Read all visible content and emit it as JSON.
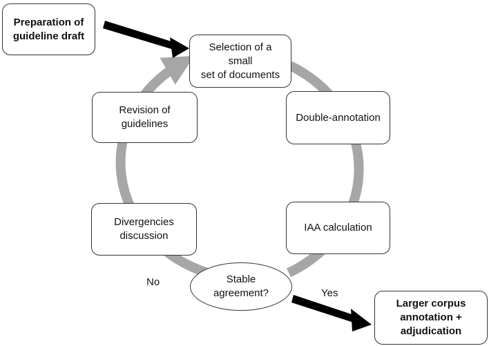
{
  "nodes": {
    "preparation": "Preparation of\nguideline draft",
    "selection": "Selection of a small\nset of documents",
    "double_annotation": "Double-annotation",
    "iaa": "IAA calculation",
    "stable": "Stable\nagreement?",
    "divergencies": "Divergencies\ndiscussion",
    "revision": "Revision of\nguidelines",
    "larger_corpus": "Larger corpus\nannotation +\nadjudication"
  },
  "edge_labels": {
    "no": "No",
    "yes": "Yes"
  },
  "colors": {
    "cycle": "#a6a6a6",
    "arrow": "#000000",
    "border": "#333333"
  }
}
